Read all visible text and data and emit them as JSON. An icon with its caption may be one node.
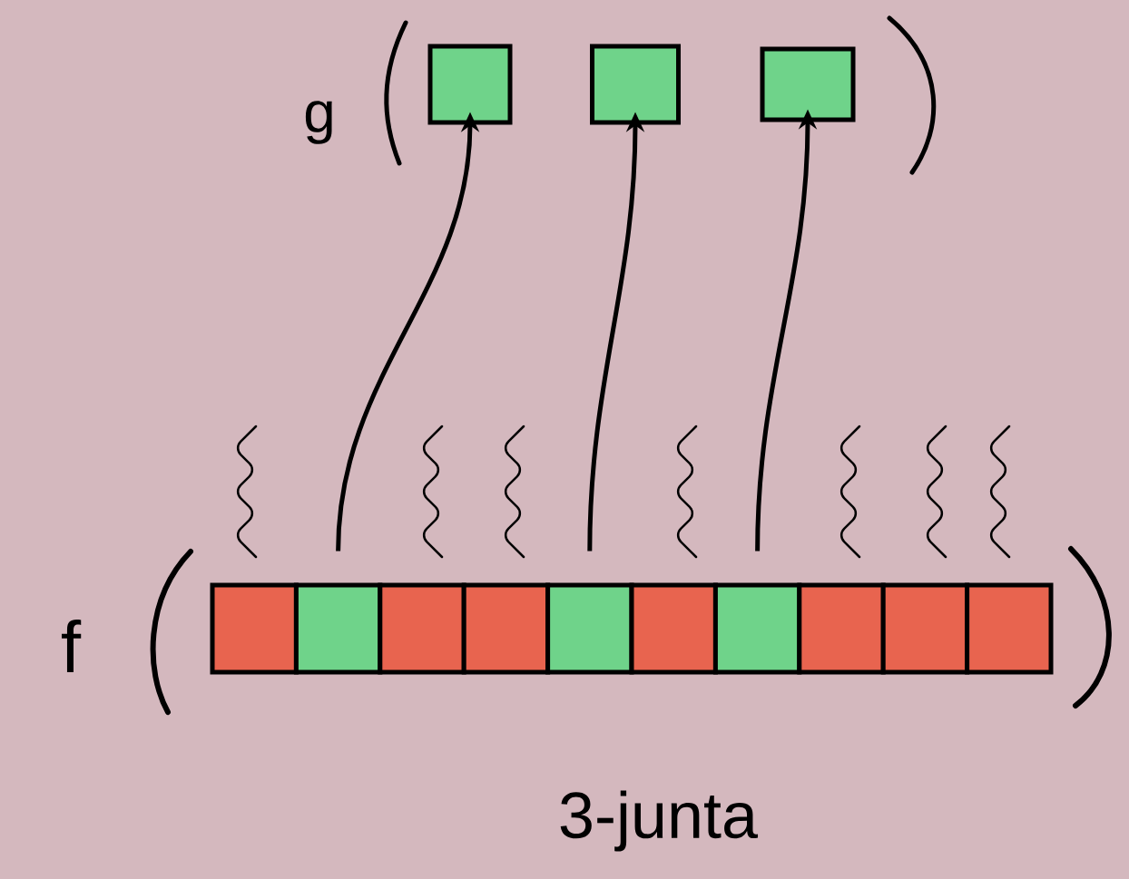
{
  "diagram": {
    "nodes": [
      {
        "text": [],
        "shape": "box"
      },
      {
        "text": [],
        "shape": "box"
      },
      {
        "text": [],
        "shape": "box"
      },
      {
        "text": [],
        "shape": "box"
      },
      {
        "text": [],
        "shape": "box"
      },
      {
        "text": [],
        "shape": "box"
      },
      {
        "text": [],
        "shape": "box"
      },
      {
        "text": [],
        "shape": "box"
      },
      {
        "text": [],
        "shape": "box"
      },
      {
        "text": [],
        "shape": "box"
      },
      {
        "text": [],
        "shape": "box"
      },
      {
        "text": [],
        "shape": "box"
      },
      {
        "text": [],
        "shape": "box"
      }
    ],
    "edges": [
      {
        "from": 4,
        "to": 0,
        "arrow": "to"
      },
      {
        "from": 7,
        "to": 1,
        "arrow": "to"
      },
      {
        "from": 9,
        "to": 2,
        "arrow": "to"
      }
    ],
    "labels": [
      "g",
      "f",
      "3-junta"
    ]
  }
}
